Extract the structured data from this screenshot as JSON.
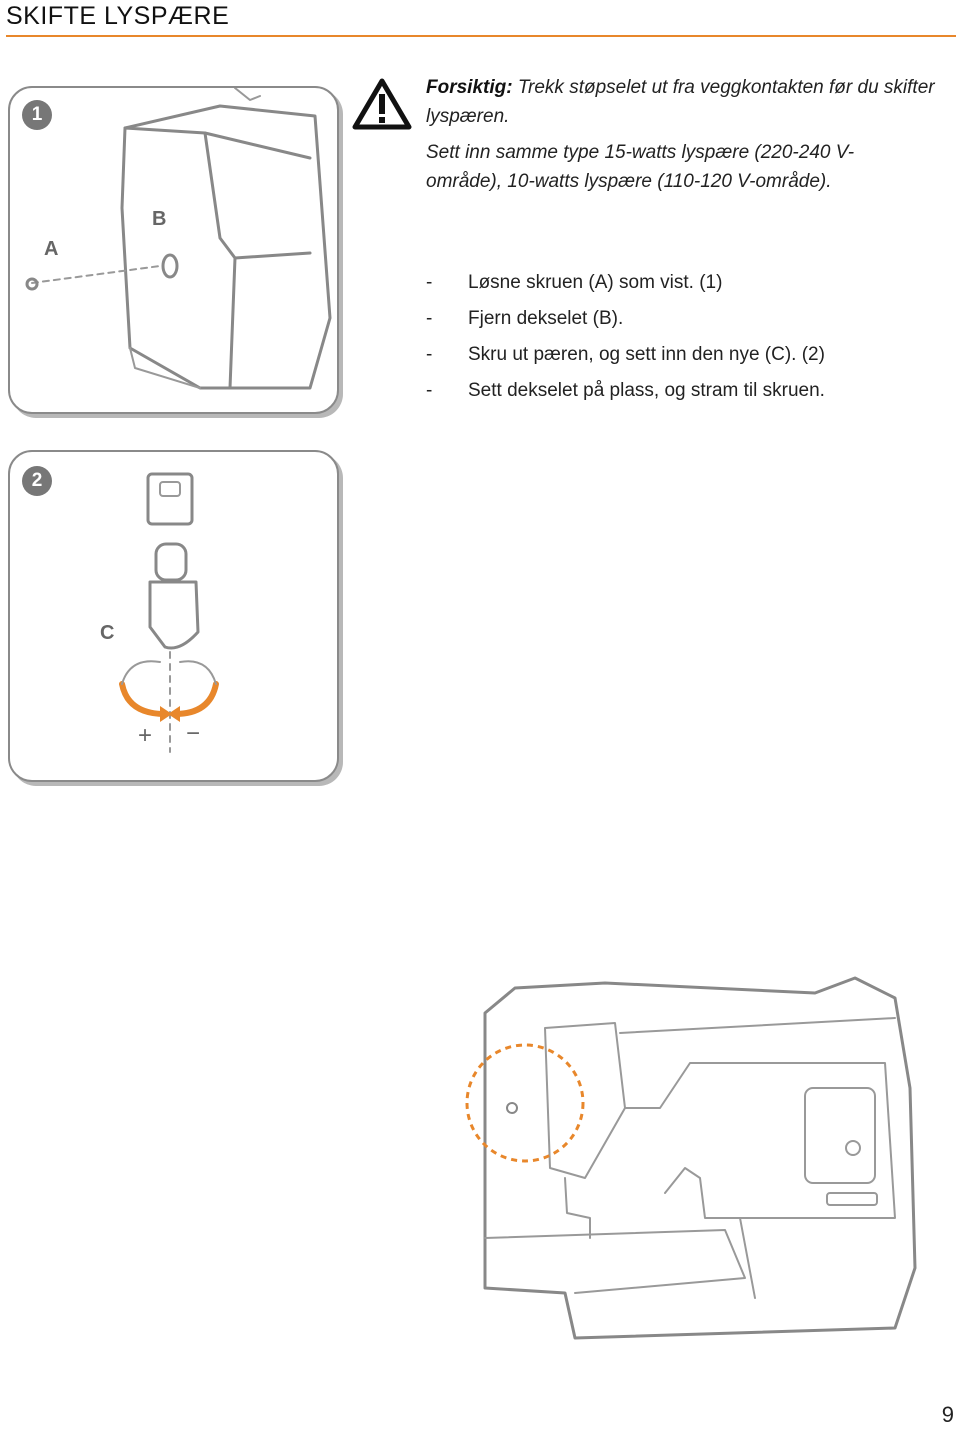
{
  "header": {
    "title": "SKIFTE LYSPÆRE"
  },
  "figure1": {
    "step": "1",
    "label_a": "A",
    "label_b": "B"
  },
  "figure2": {
    "step": "2",
    "label_c": "C",
    "plus": "+",
    "minus": "−"
  },
  "caution": {
    "icon": "warning-triangle-icon",
    "lead": "Forsiktig:",
    "text": " Trekk støpselet ut fra veggkontakten før du skifter lyspæren."
  },
  "note": "Sett inn samme type 15-watts lyspære (220-240 V-område), 10-watts lyspære (110-120 V-område).",
  "steps": [
    {
      "dash": "-",
      "text": "Løsne skruen (A) som vist. (1)"
    },
    {
      "dash": "-",
      "text": "Fjern dekselet (B)."
    },
    {
      "dash": "-",
      "text": "Skru ut pæren, og sett inn den nye (C). (2)"
    },
    {
      "dash": "-",
      "text": "Sett dekselet på plass, og stram til skruen."
    }
  ],
  "page_number": "9",
  "colors": {
    "accent": "#e8872b",
    "line": "#888888"
  }
}
